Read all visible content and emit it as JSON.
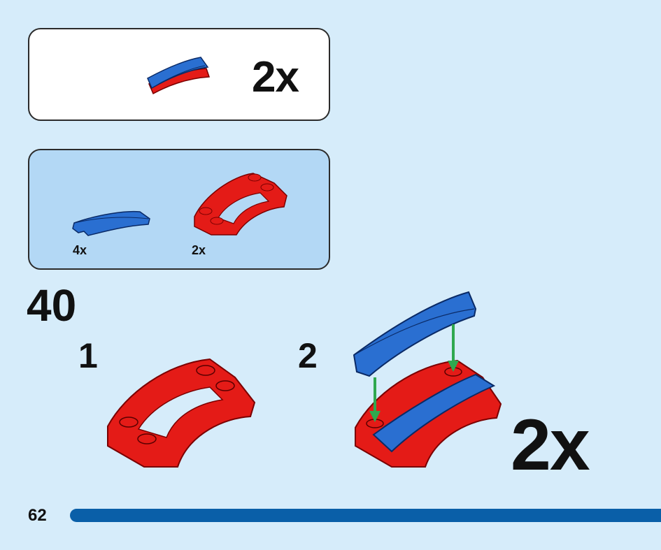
{
  "result": {
    "quantity": "2x"
  },
  "parts": [
    {
      "name": "blue-curved-slope",
      "quantity": "4x",
      "color": "#2a6fd1"
    },
    {
      "name": "red-curved-plate",
      "quantity": "2x",
      "color": "#e41b17"
    }
  ],
  "step": {
    "number": "40",
    "substeps": [
      "1",
      "2"
    ],
    "multiplier": "2x"
  },
  "footer": {
    "page_number": "62"
  },
  "colors": {
    "background": "#d6ecfa",
    "parts_panel": "#b3d8f5",
    "arrow": "#2fa84f",
    "progress": "#0a5fa8"
  }
}
